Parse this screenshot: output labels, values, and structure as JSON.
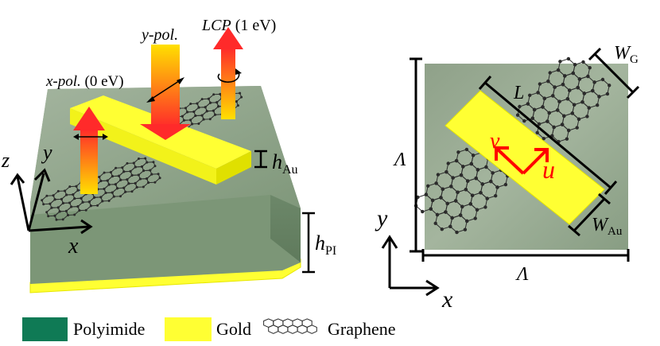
{
  "colors": {
    "polyimide_top": "#8fa38a",
    "polyimide_side": "#6f8a6c",
    "polyimide_front": "#7c9677",
    "legend_polyimide": "#0f7a55",
    "gold": "#ffff33",
    "gold_edge": "#e6e600",
    "arrow_red": "#ff2a2a",
    "arrow_yellow": "#ffe000",
    "uv_axes": "#ff0000",
    "lattice": "#2b2b2b"
  },
  "left_panel": {
    "x_pol": {
      "pol": "x-pol.",
      "energy": " (0 eV)"
    },
    "y_pol": {
      "pol": "y-pol."
    },
    "lcp": {
      "pol": "LCP",
      "energy": " (1 eV)"
    },
    "axes": {
      "z": "z",
      "y": "y",
      "x": "x"
    },
    "h_au": {
      "main": "h",
      "sub": "Au"
    },
    "h_pi": {
      "main": "h",
      "sub": "PI"
    }
  },
  "right_panel": {
    "w_g": {
      "main": "W",
      "sub": "G"
    },
    "l": "L",
    "lambda_left": "Λ",
    "lambda_bottom": "Λ",
    "w_au": {
      "main": "W",
      "sub": "Au"
    },
    "v": "v",
    "u": "u",
    "axes": {
      "y": "y",
      "x": "x"
    }
  },
  "legend": {
    "polyimide": "Polyimide",
    "gold": "Gold",
    "graphene": "Graphene"
  }
}
